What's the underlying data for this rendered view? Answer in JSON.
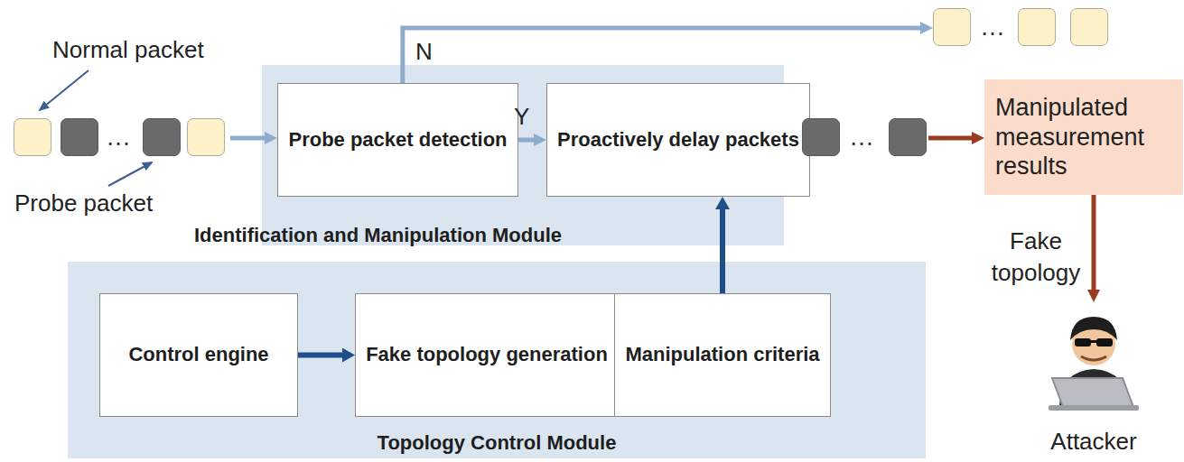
{
  "diagram": {
    "nodes": [
      {
        "text": [
          "…"
        ]
      },
      {
        "text": [
          "Identification and Manipulation Module"
        ]
      },
      {
        "text": [
          "Probe packet detection"
        ],
        "in": 1
      },
      {
        "text": [
          "Proactively delay packets"
        ],
        "in": 1
      },
      {
        "text": [
          "…"
        ]
      },
      {
        "text": [
          "…"
        ]
      },
      {
        "text": [
          "Manipulated measurement results"
        ]
      },
      {
        "text": [
          "Attacker"
        ]
      },
      {
        "text": [
          "Topology Control Module"
        ]
      },
      {
        "text": [
          "Control engine"
        ],
        "in": 8
      },
      {
        "text": [
          "Fake topology generation"
        ],
        "in": 8
      },
      {
        "text": [
          "Manipulation criteria"
        ],
        "in": 8
      }
    ],
    "edges": [
      {
        "from": 0,
        "to": 2,
        "arrow": "to"
      },
      {
        "from": 2,
        "to": 4,
        "label": "N",
        "arrow": "to"
      },
      {
        "from": 2,
        "to": 3,
        "label": "Y",
        "arrow": "to"
      },
      {
        "from": 3,
        "to": 5,
        "arrow": "to"
      },
      {
        "from": 5,
        "to": 6,
        "arrow": "to"
      },
      {
        "from": 6,
        "to": 7,
        "label": "Fake topology",
        "arrow": "to"
      },
      {
        "from": 9,
        "to": 10,
        "arrow": "to"
      },
      {
        "from": 10,
        "to": 11,
        "arrow": "to"
      },
      {
        "from": 11,
        "to": 3,
        "arrow": "to"
      }
    ],
    "labels": [
      "Normal packet",
      "Probe packet"
    ]
  }
}
